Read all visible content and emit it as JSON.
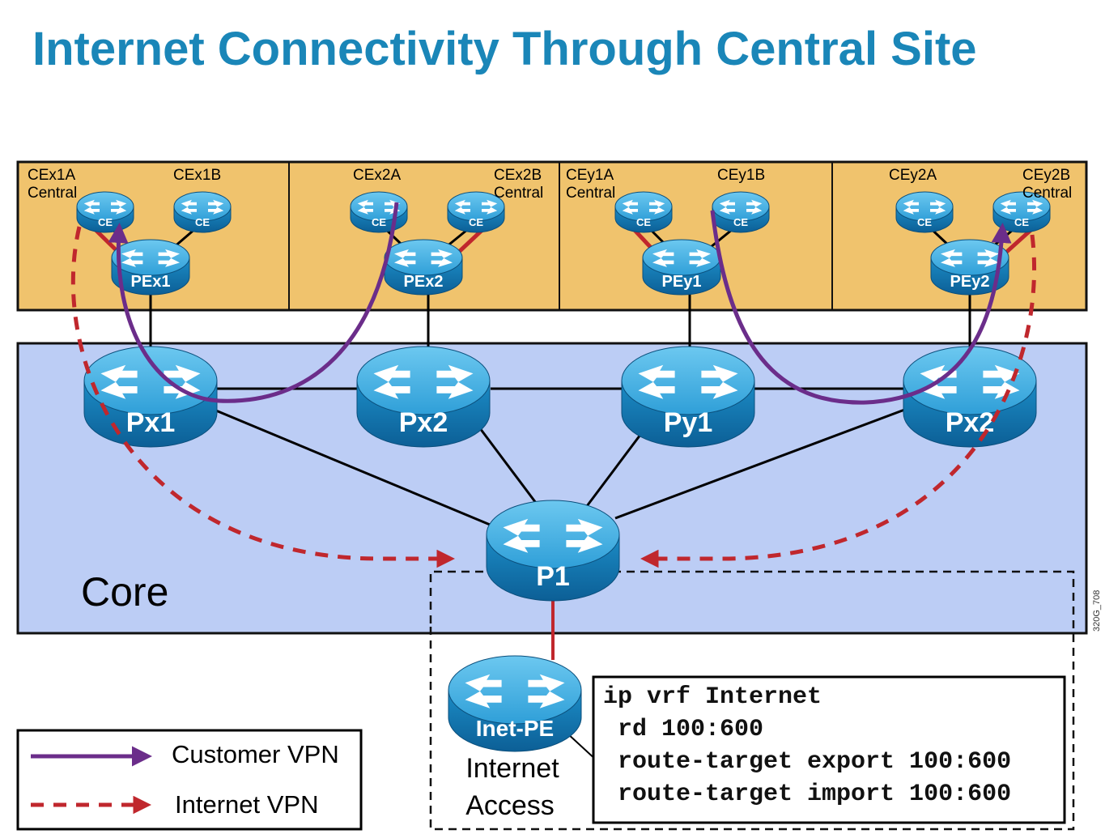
{
  "title": "Internet Connectivity Through Central Site",
  "sites": [
    {
      "ce_a": "CEx1A",
      "ce_a_note": "Central",
      "ce_b": "CEx1B",
      "ce_b_note": "",
      "pe": "PEx1"
    },
    {
      "ce_a": "CEx2A",
      "ce_a_note": "",
      "ce_b": "CEx2B",
      "ce_b_note": "Central",
      "pe": "PEx2"
    },
    {
      "ce_a": "CEy1A",
      "ce_a_note": "Central",
      "ce_b": "CEy1B",
      "ce_b_note": "",
      "pe": "PEy1"
    },
    {
      "ce_a": "CEy2A",
      "ce_a_note": "",
      "ce_b": "CEy2B",
      "ce_b_note": "Central",
      "pe": "PEy2"
    }
  ],
  "ce_badge": "CE",
  "core": {
    "label": "Core",
    "routers": [
      "Px1",
      "Px2",
      "Py1",
      "Px2"
    ],
    "hub": "P1"
  },
  "internet": {
    "router": "Inet-PE",
    "caption_line1": "Internet",
    "caption_line2": "Access"
  },
  "config": {
    "lines": [
      "ip vrf Internet",
      " rd 100:600",
      " route-target export 100:600",
      " route-target import 100:600"
    ]
  },
  "legend": {
    "customer_vpn": "Customer VPN",
    "internet_vpn": "Internet VPN"
  },
  "figure_id": "320G_708",
  "colors": {
    "title": "#1a86b8",
    "site_fill": "#f0c36d",
    "core_fill": "#bccdf5",
    "customer_vpn": "#6b2d8a",
    "internet_vpn": "#c0272d",
    "router_top": "#46b3e6",
    "router_side": "#1478b4"
  },
  "icons": [
    "router-icon"
  ]
}
